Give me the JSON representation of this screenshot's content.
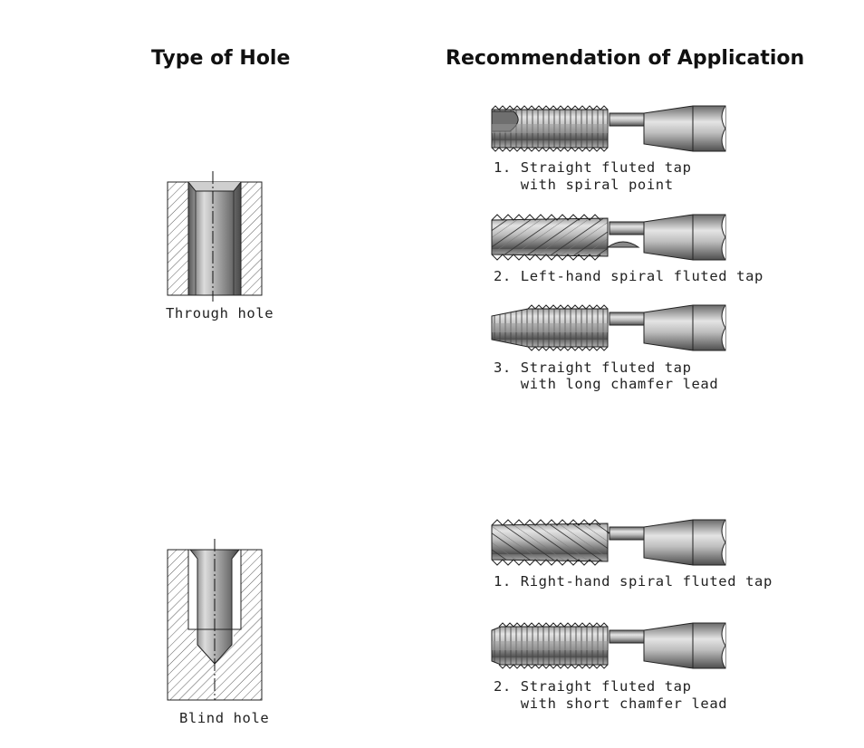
{
  "headings": {
    "left": "Type of Hole",
    "right": "Recommendation of Application"
  },
  "holes": {
    "through": "Through hole",
    "blind": "Blind hole"
  },
  "through_taps": [
    {
      "line1": "1. Straight fluted tap",
      "line2": "   with spiral point"
    },
    {
      "line1": "2. Left-hand spiral fluted tap",
      "line2": ""
    },
    {
      "line1": "3. Straight fluted tap",
      "line2": "   with long chamfer lead"
    }
  ],
  "blind_taps": [
    {
      "line1": "1. Right-hand spiral fluted tap",
      "line2": ""
    },
    {
      "line1": "2. Straight fluted tap",
      "line2": "   with short chamfer lead"
    }
  ],
  "colors": {
    "steel_dark": "#5a5a5a",
    "steel_light": "#d8d8d8",
    "outline": "#222222"
  }
}
